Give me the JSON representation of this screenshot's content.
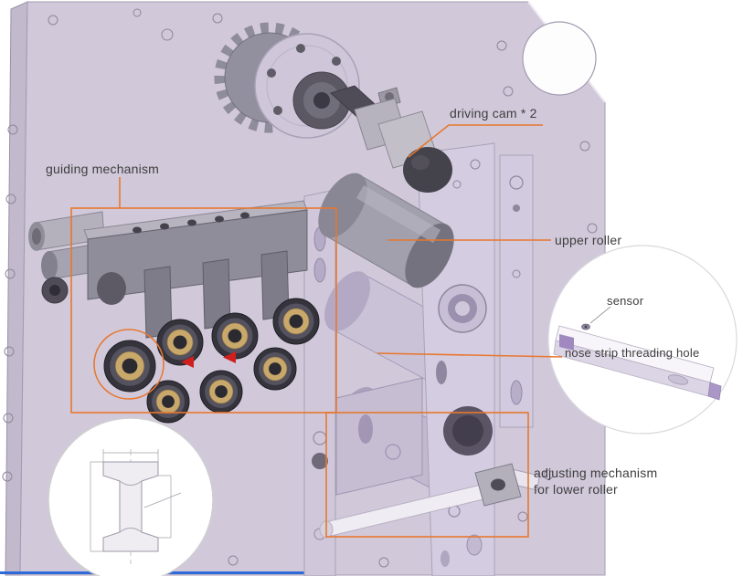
{
  "colors": {
    "annotation_orange": "#e8772e",
    "label_text": "#3d3d3d",
    "backplate_lavender": "#d1c9da",
    "bronze_bushing": "#c9a86b"
  },
  "annotations": {
    "driving_cam": "driving cam * 2",
    "guiding_mechanism": "guiding mechanism",
    "upper_roller": "upper roller",
    "sensor": "sensor",
    "nose_strip_threading_hole": "nose strip threading hole",
    "adjusting_mechanism": {
      "line1": "adjusting mechanism",
      "line2": "for lower roller"
    }
  }
}
